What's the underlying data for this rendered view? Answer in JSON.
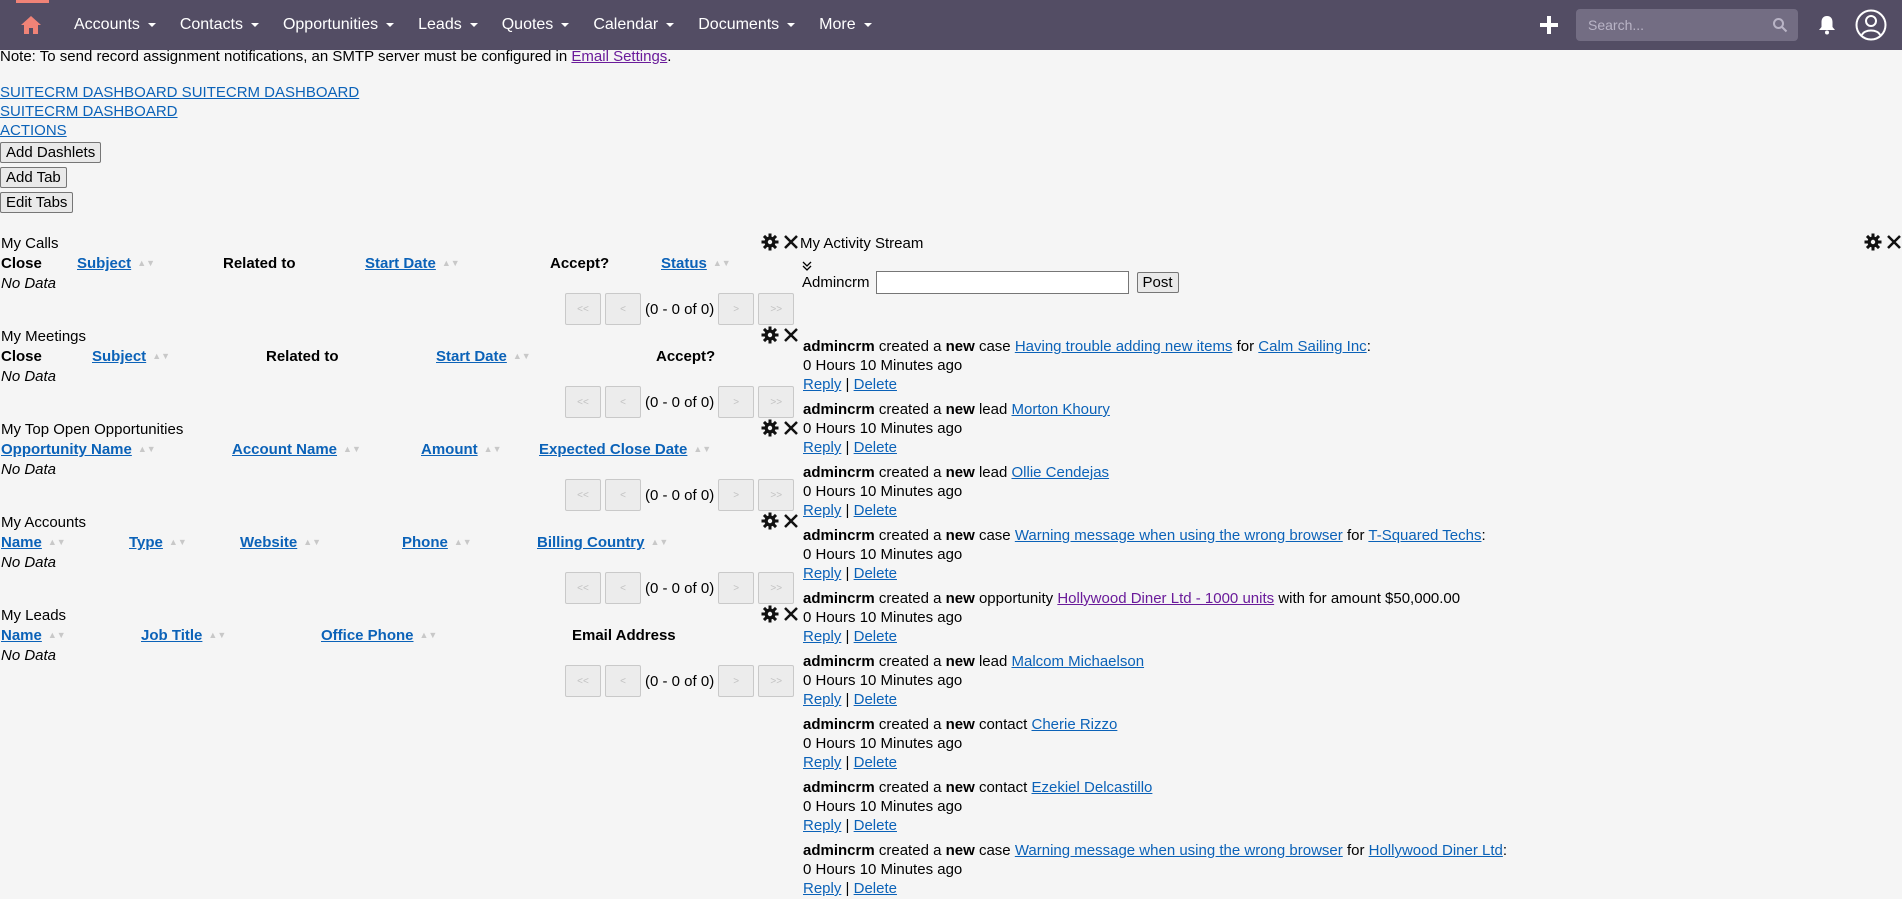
{
  "nav": {
    "items": [
      "Accounts",
      "Contacts",
      "Opportunities",
      "Leads",
      "Quotes",
      "Calendar",
      "Documents",
      "More"
    ],
    "search_placeholder": "Search..."
  },
  "note": {
    "text": "Note: To send record assignment notifications, an SMTP server must be configured in ",
    "link": "Email Settings",
    "suffix": "."
  },
  "dashboard": {
    "link1": "SUITECRM DASHBOARD SUITECRM DASHBOARD",
    "link2": "SUITECRM DASHBOARD",
    "link3": "ACTIONS",
    "add_dashlets": "Add Dashlets",
    "add_tab": "Add Tab",
    "edit_tabs": "Edit Tabs"
  },
  "dashlets": {
    "calls": {
      "title": "My Calls",
      "columns": [
        "Close",
        "Subject",
        "Related to",
        "Start Date",
        "Accept?",
        "Status"
      ],
      "empty": "No Data",
      "count": "(0 - 0 of 0)"
    },
    "meetings": {
      "title": "My Meetings",
      "columns": [
        "Close",
        "Subject",
        "Related to",
        "Start Date",
        "Accept?"
      ],
      "empty": "No Data",
      "count": "(0 - 0 of 0)"
    },
    "opportunities": {
      "title": "My Top Open Opportunities",
      "columns": [
        "Opportunity Name",
        "Account Name",
        "Amount",
        "Expected Close Date"
      ],
      "empty": "No Data",
      "count": "(0 - 0 of 0)"
    },
    "accounts": {
      "title": "My Accounts",
      "columns": [
        "Name",
        "Type",
        "Website",
        "Phone",
        "Billing Country"
      ],
      "empty": "No Data",
      "count": "(0 - 0 of 0)"
    },
    "leads": {
      "title": "My Leads",
      "columns": [
        "Name",
        "Job Title",
        "Office Phone",
        "Email Address"
      ],
      "empty": "No Data",
      "count": "(0 - 0 of 0)"
    }
  },
  "pager": {
    "first": "<<",
    "prev": "<",
    "next": ">",
    "last": ">>"
  },
  "activity": {
    "title": "My Activity Stream",
    "user_label": "Admincrm",
    "post_label": "Post",
    "reply": "Reply",
    "delete": "Delete",
    "separator": "|",
    "items": [
      {
        "user": "admincrm",
        "verb": "created a",
        "kw": "new",
        "type": "case",
        "link": "Having trouble adding new items",
        "for": "for",
        "target": "Calm Sailing Inc",
        "end": ":",
        "time": "0 Hours 10 Minutes ago"
      },
      {
        "user": "admincrm",
        "verb": "created a",
        "kw": "new",
        "type": "lead",
        "link": "Morton Khoury",
        "time": "0 Hours 10 Minutes ago"
      },
      {
        "user": "admincrm",
        "verb": "created a",
        "kw": "new",
        "type": "lead",
        "link": "Ollie Cendejas",
        "time": "0 Hours 10 Minutes ago"
      },
      {
        "user": "admincrm",
        "verb": "created a",
        "kw": "new",
        "type": "case",
        "link": "Warning message when using the wrong browser",
        "for": "for",
        "target": "T-Squared Techs",
        "end": ":",
        "time": "0 Hours 10 Minutes ago"
      },
      {
        "user": "admincrm",
        "verb": "created a",
        "kw": "new",
        "type": "opportunity",
        "link": "Hollywood Diner Ltd - 1000 units",
        "tail": "with for amount $50,000.00",
        "time": "0 Hours 10 Minutes ago"
      },
      {
        "user": "admincrm",
        "verb": "created a",
        "kw": "new",
        "type": "lead",
        "link": "Malcom Michaelson",
        "time": "0 Hours 10 Minutes ago"
      },
      {
        "user": "admincrm",
        "verb": "created a",
        "kw": "new",
        "type": "contact",
        "link": "Cherie Rizzo",
        "time": "0 Hours 10 Minutes ago"
      },
      {
        "user": "admincrm",
        "verb": "created a",
        "kw": "new",
        "type": "contact",
        "link": "Ezekiel Delcastillo",
        "time": "0 Hours 10 Minutes ago"
      },
      {
        "user": "admincrm",
        "verb": "created a",
        "kw": "new",
        "type": "case",
        "link": "Warning message when using the wrong browser",
        "for": "for",
        "target": "Hollywood Diner Ltd",
        "end": ":",
        "time": "0 Hours 10 Minutes ago"
      }
    ]
  }
}
